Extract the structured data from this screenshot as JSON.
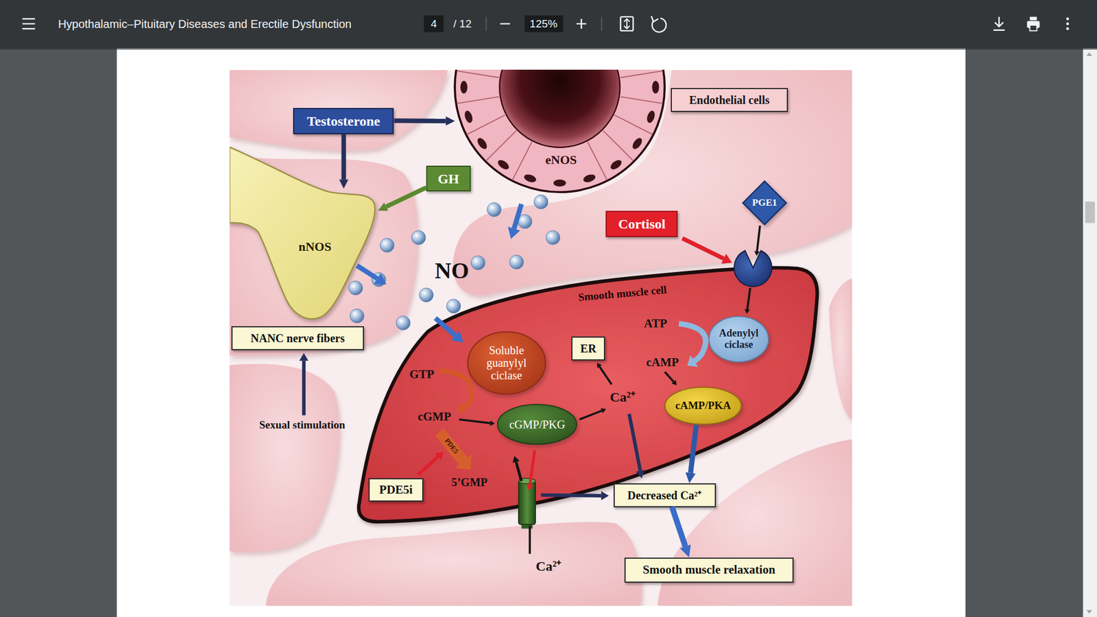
{
  "diagram": {
    "nodes": [
      {
        "text": [
          "Testosterone"
        ]
      },
      {
        "text": [
          "eNOS"
        ]
      },
      {
        "text": [
          "Endothelial cells"
        ]
      },
      {
        "text": [
          "GH"
        ]
      },
      {
        "text": [
          "PGE1"
        ]
      },
      {
        "text": [
          "Cortisol"
        ]
      },
      {
        "text": [
          "nNOS"
        ]
      },
      {
        "text": [
          "NANC nerve fibers"
        ]
      },
      {
        "text": [
          "Smooth muscle cell"
        ]
      },
      {
        "text": [
          "Soluble guanylyl ciclase"
        ],
        "in": 8
      },
      {
        "text": [
          "ER"
        ],
        "in": 8
      },
      {
        "text": [
          "Adenylyl ciclase"
        ],
        "in": 8
      },
      {
        "text": [
          "cAMP/PKA"
        ],
        "in": 8
      },
      {
        "text": [
          "cGMP/PKG"
        ],
        "in": 8
      },
      {
        "text": [
          "PDE5i"
        ]
      },
      {
        "text": [
          "Decreased Ca²⁺"
        ]
      },
      {
        "text": [
          "Smooth muscle relaxation"
        ]
      }
    ],
    "edges": [
      {
        "from": 0,
        "to": 1,
        "arrow": "to"
      },
      {
        "from": 0,
        "to": 6,
        "arrow": "to"
      },
      {
        "from": 3,
        "to": 6,
        "arrow": "to"
      },
      {
        "from": 12,
        "to": 15,
        "arrow": "to"
      },
      {
        "from": 15,
        "to": 16,
        "arrow": "to"
      }
    ],
    "labels": [
      "Hypothalamic–Pituitary Diseases and Erectile Dysfunction",
      "4",
      "/ 12",
      "125%",
      "NO",
      "Sexual stimulation",
      "GTP",
      "cGMP",
      "PDE5",
      "5’GMP",
      "ATP",
      "cAMP",
      "Ca²⁺",
      "Ca²⁺"
    ]
  }
}
